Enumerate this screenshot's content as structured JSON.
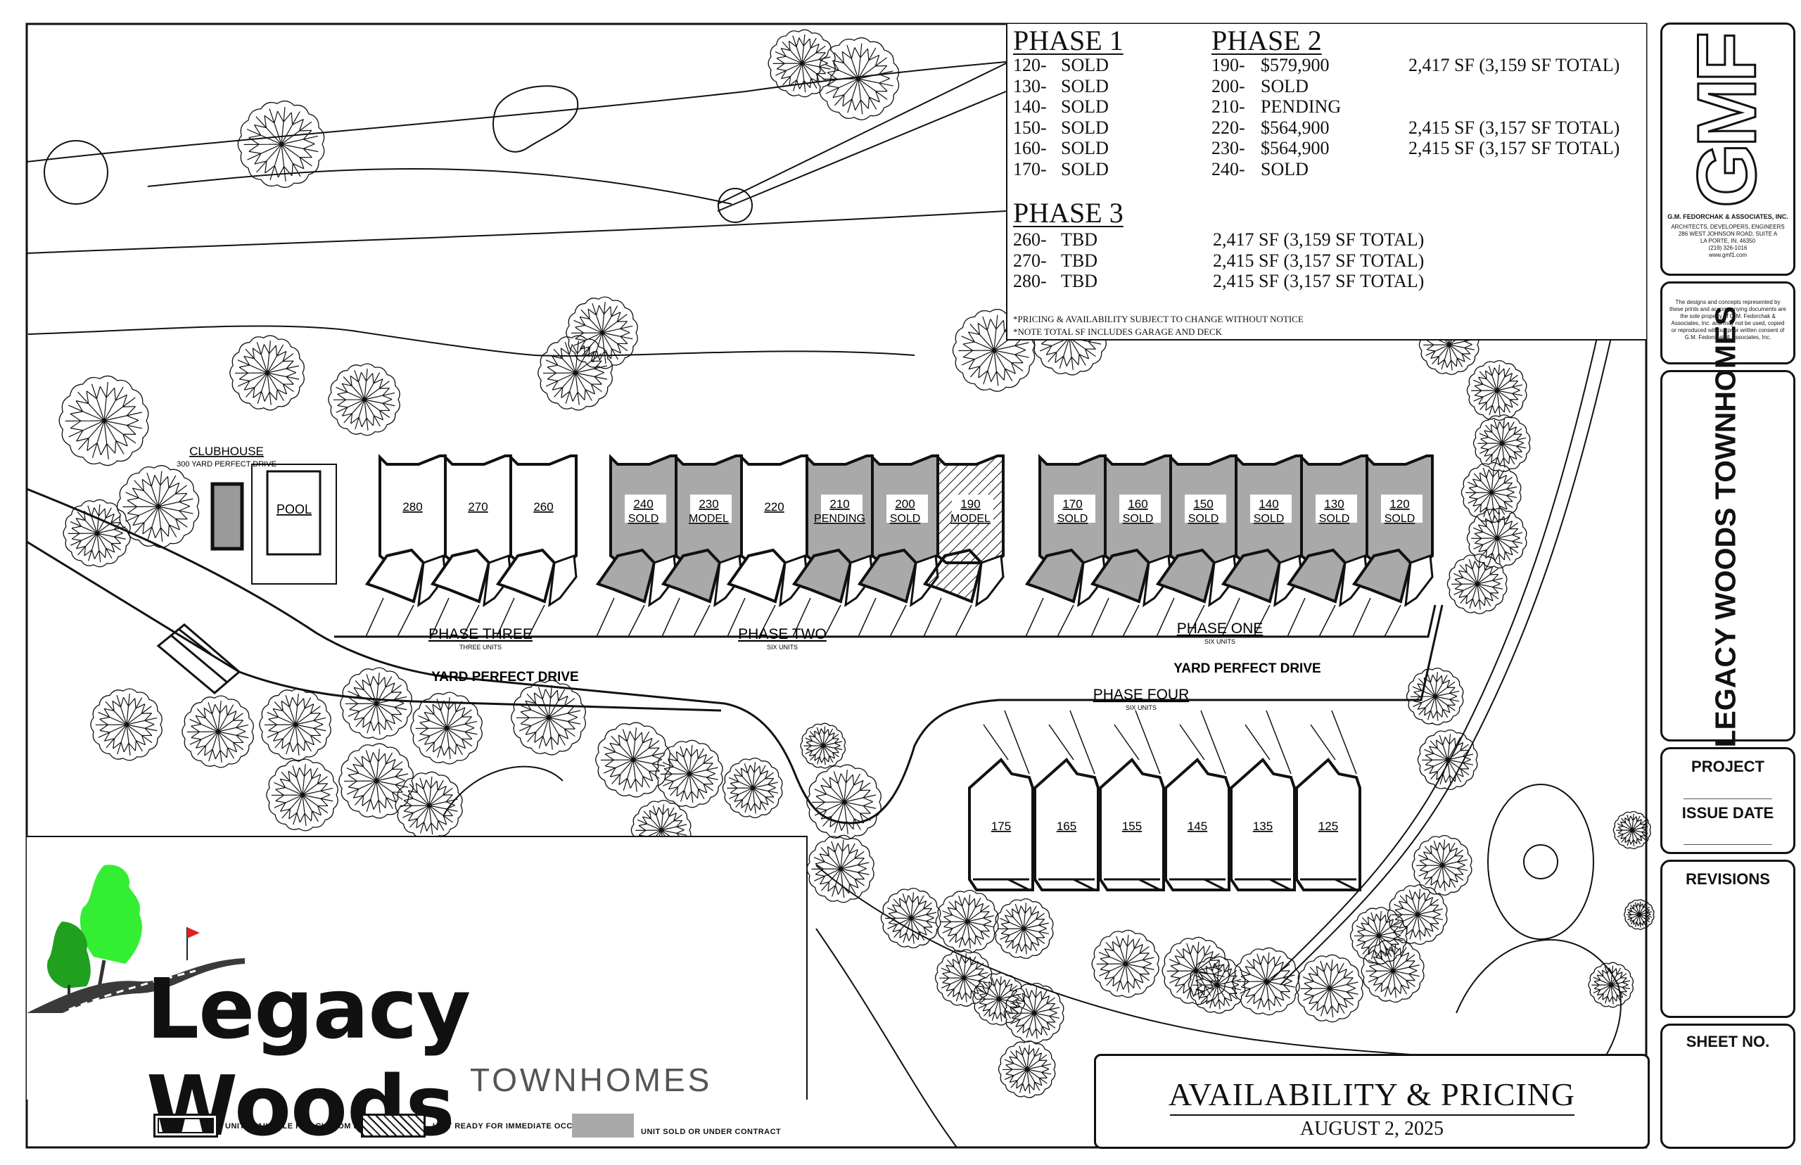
{
  "pricing": {
    "phase1": {
      "title": "PHASE 1",
      "rows": [
        {
          "unit": "120-",
          "status": "SOLD"
        },
        {
          "unit": "130-",
          "status": "SOLD"
        },
        {
          "unit": "140-",
          "status": "SOLD"
        },
        {
          "unit": "150-",
          "status": "SOLD"
        },
        {
          "unit": "160-",
          "status": "SOLD"
        },
        {
          "unit": "170-",
          "status": "SOLD"
        }
      ]
    },
    "phase2": {
      "title": "PHASE 2",
      "rows": [
        {
          "unit": "190-",
          "status": "$579,900",
          "sf": "2,417 SF (3,159 SF TOTAL)"
        },
        {
          "unit": "200-",
          "status": "SOLD",
          "sf": ""
        },
        {
          "unit": "210-",
          "status": "PENDING",
          "sf": ""
        },
        {
          "unit": "220-",
          "status": "$564,900",
          "sf": "2,415 SF (3,157 SF TOTAL)"
        },
        {
          "unit": "230-",
          "status": "$564,900",
          "sf": "2,415 SF (3,157 SF TOTAL)"
        },
        {
          "unit": "240-",
          "status": "SOLD",
          "sf": ""
        }
      ]
    },
    "phase3": {
      "title": "PHASE 3",
      "rows": [
        {
          "unit": "260-",
          "status": "TBD",
          "sf": "2,417 SF (3,159 SF TOTAL)"
        },
        {
          "unit": "270-",
          "status": "TBD",
          "sf": "2,415 SF (3,157 SF TOTAL)"
        },
        {
          "unit": "280-",
          "status": "TBD",
          "sf": "2,415 SF (3,157 SF TOTAL)"
        }
      ]
    },
    "notes": [
      "*PRICING & AVAILABILITY SUBJECT TO CHANGE WITHOUT NOTICE",
      "*NOTE TOTAL SF INCLUDES GARAGE AND DECK"
    ]
  },
  "site": {
    "clubhouse": "CLUBHOUSE",
    "clubhouse_address": "300 YARD PERFECT DRIVE",
    "pool": "POOL",
    "road": "YARD PERFECT DRIVE",
    "phases": [
      {
        "name": "PHASE THREE",
        "sub": "THREE UNITS"
      },
      {
        "name": "PHASE TWO",
        "sub": "SIX UNITS"
      },
      {
        "name": "PHASE ONE",
        "sub": "SIX UNITS"
      },
      {
        "name": "PHASE FOUR",
        "sub": "SIX UNITS"
      }
    ],
    "north_units": [
      {
        "num": "280",
        "status": "",
        "fill": "avail"
      },
      {
        "num": "270",
        "status": "",
        "fill": "avail"
      },
      {
        "num": "260",
        "status": "",
        "fill": "avail"
      },
      {
        "num": "240",
        "status": "SOLD",
        "fill": "sold"
      },
      {
        "num": "230",
        "status": "MODEL",
        "fill": "sold"
      },
      {
        "num": "220",
        "status": "",
        "fill": "avail"
      },
      {
        "num": "210",
        "status": "PENDING",
        "fill": "sold"
      },
      {
        "num": "200",
        "status": "SOLD",
        "fill": "sold"
      },
      {
        "num": "190",
        "status": "MODEL",
        "fill": "ready"
      },
      {
        "num": "170",
        "status": "SOLD",
        "fill": "sold"
      },
      {
        "num": "160",
        "status": "SOLD",
        "fill": "sold"
      },
      {
        "num": "150",
        "status": "SOLD",
        "fill": "sold"
      },
      {
        "num": "140",
        "status": "SOLD",
        "fill": "sold"
      },
      {
        "num": "130",
        "status": "SOLD",
        "fill": "sold"
      },
      {
        "num": "120",
        "status": "SOLD",
        "fill": "sold"
      }
    ],
    "south_units": [
      "175",
      "165",
      "155",
      "145",
      "135",
      "125"
    ]
  },
  "logo": {
    "name": "Legacy Woods",
    "sub": "TOWNHOMES"
  },
  "legend": [
    {
      "label": "UNIT AVAILABLE FOR CUSTOM FINISH",
      "fill": "avail"
    },
    {
      "label": "UNIT READY FOR IMMEDIATE OCCUPANCY",
      "fill": "ready"
    },
    {
      "label": "UNIT SOLD OR UNDER CONTRACT",
      "fill": "sold"
    }
  ],
  "sheet_title": {
    "title": "AVAILABILITY & PRICING",
    "date": "AUGUST 2, 2025"
  },
  "title_block": {
    "firm_logo": "GMF",
    "firm_name": "G.M. FEDORCHAK & ASSOCIATES, INC.",
    "firm_lines": [
      "ARCHITECTS, DEVELOPERS, ENGINEERS",
      "286 WEST JOHNSON ROAD, SUITE A",
      "LA PORTE, IN. 46350",
      "(219) 326-1016",
      "www.gmf1.com"
    ],
    "disclaimer": "The designs and concepts represented by these prints and accompanying documents are the sole property of G.M. Fedorchak & Associates, Inc. and may not be used, copied or reproduced without prior written consent of G.M. Fedorchak & Associates, Inc.",
    "project_name": "LEGACY WOODS TOWNHOMES",
    "project_label": "PROJECT",
    "issue_label": "ISSUE DATE",
    "revisions_label": "REVISIONS",
    "sheet_label": "SHEET NO."
  },
  "colors": {
    "sold": "#a9a9a9",
    "line": "#111111",
    "leaf_light": "#33ee33",
    "leaf_dark": "#1fa01f",
    "flag": "#e02020"
  }
}
